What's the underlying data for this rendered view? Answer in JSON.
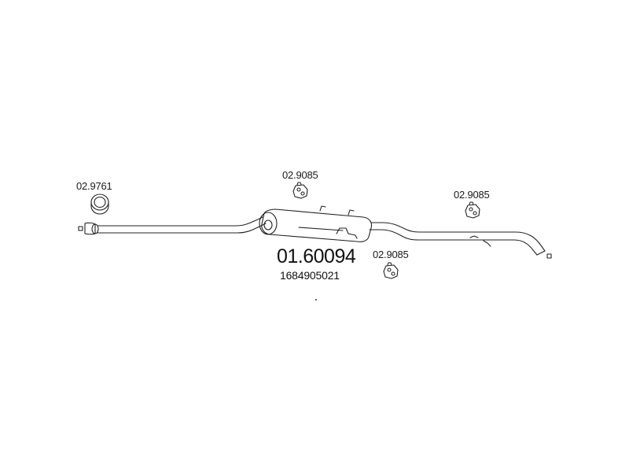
{
  "main_part": {
    "code": "01.60094",
    "oem_number": "1684905021"
  },
  "parts": [
    {
      "code": "02.9761",
      "icon": "seal-ring-icon"
    },
    {
      "code": "02.9085",
      "icon": "rubber-hanger-icon"
    },
    {
      "code": "02.9085",
      "icon": "rubber-hanger-icon"
    },
    {
      "code": "02.9085",
      "icon": "rubber-hanger-icon"
    }
  ],
  "colors": {
    "line": "#222222",
    "background": "#ffffff"
  }
}
